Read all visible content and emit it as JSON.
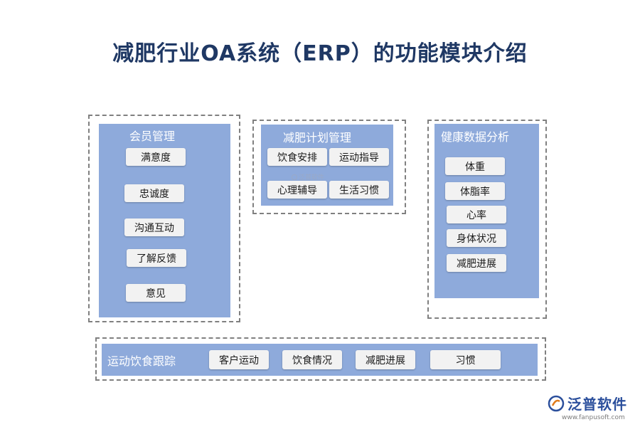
{
  "title": "减肥行业OA系统（ERP）的功能模块介绍",
  "modules": {
    "member": {
      "title": "会员管理",
      "items": [
        "满意度",
        "忠诚度",
        "沟通互动",
        "了解反馈",
        "意见"
      ]
    },
    "plan": {
      "title": "减肥计划管理",
      "items": [
        "饮食安排",
        "运动指导",
        "心理辅导",
        "生活习惯"
      ]
    },
    "health": {
      "title": "健康数据分析",
      "items": [
        "体重",
        "体脂率",
        "心率",
        "身体状况",
        "减肥进展"
      ]
    },
    "tracking": {
      "title": "运动饮食跟踪",
      "items": [
        "客户运动",
        "饮食情况",
        "减肥进展",
        "习惯"
      ]
    }
  },
  "watermark": "泛普软件",
  "logo": {
    "text": "泛普软件",
    "url": "www.fanpusoft.com"
  },
  "colors": {
    "panel": "#8eaadb",
    "title": "#1f3864",
    "logo": "#2b4f9c"
  }
}
